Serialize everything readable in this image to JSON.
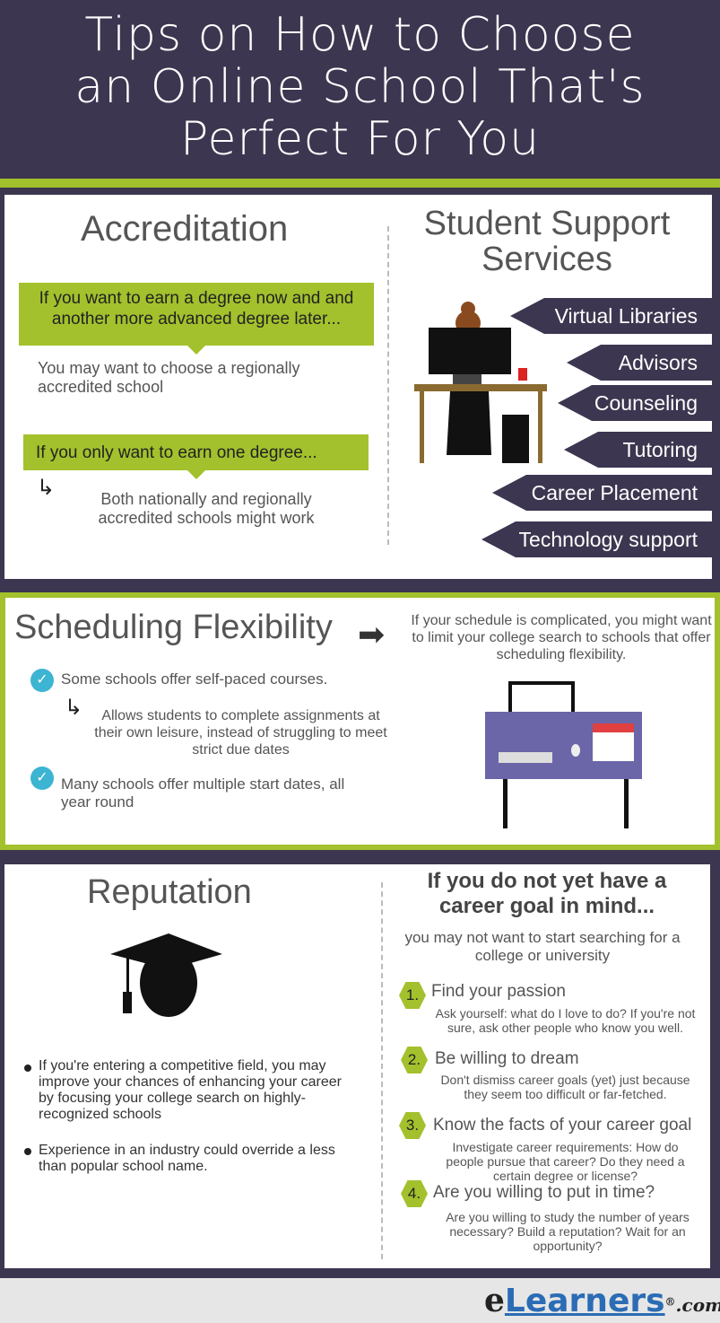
{
  "title": [
    "Tips on How to Choose",
    "an Online School That's",
    "Perfect For You"
  ],
  "accreditation": {
    "heading": "Accreditation",
    "bubble1": "If you want to earn a degree now and  and another more advanced degree later...",
    "text1": "You may want to choose a regionally accredited school",
    "bubble2": "If you only want to earn one degree...",
    "text2": "Both nationally and regionally accredited schools might work"
  },
  "support": {
    "heading": "Student Support Services",
    "items": [
      "Virtual Libraries",
      "Advisors",
      "Counseling",
      "Tutoring",
      "Career Placement",
      "Technology support"
    ]
  },
  "scheduling": {
    "heading": "Scheduling Flexibility",
    "note": "If your schedule is complicated, you might want to limit your college search to schools that offer scheduling flexibility.",
    "point1": "Some schools offer self-paced courses.",
    "sub1": "Allows students to complete assignments at their own leisure, instead of struggling to meet strict due dates",
    "point2": "Many schools offer multiple start dates, all year round"
  },
  "reputation": {
    "heading": "Reputation",
    "bullets": [
      "If you're entering a competitive field, you may improve your chances of enhancing your career by focusing your college search on highly-recognized schools",
      "Experience in an industry could override a less than popular school name."
    ]
  },
  "career": {
    "heading": "If you do not yet have a career goal in mind...",
    "sub": "you may not want to start searching for a college or university",
    "steps": [
      {
        "num": "1.",
        "title": "Find your passion",
        "desc": "Ask yourself: what do I love to do? If you're not sure, ask other people who know you well."
      },
      {
        "num": "2.",
        "title": "Be willing to dream",
        "desc": "Don't dismiss career goals (yet) just because they seem too difficult or far-fetched."
      },
      {
        "num": "3.",
        "title": "Know the facts of your career goal",
        "desc": "Investigate career requirements: How do people pursue that career? Do they need a certain degree or license?"
      },
      {
        "num": "4.",
        "title": "Are you willing to put in time?",
        "desc": "Are you willing to study the number of years necessary? Build a reputation? Wait for an opportunity?"
      }
    ]
  },
  "logo": {
    "e": "e",
    "main": "Learners",
    "reg": "®",
    "com": ".com"
  }
}
